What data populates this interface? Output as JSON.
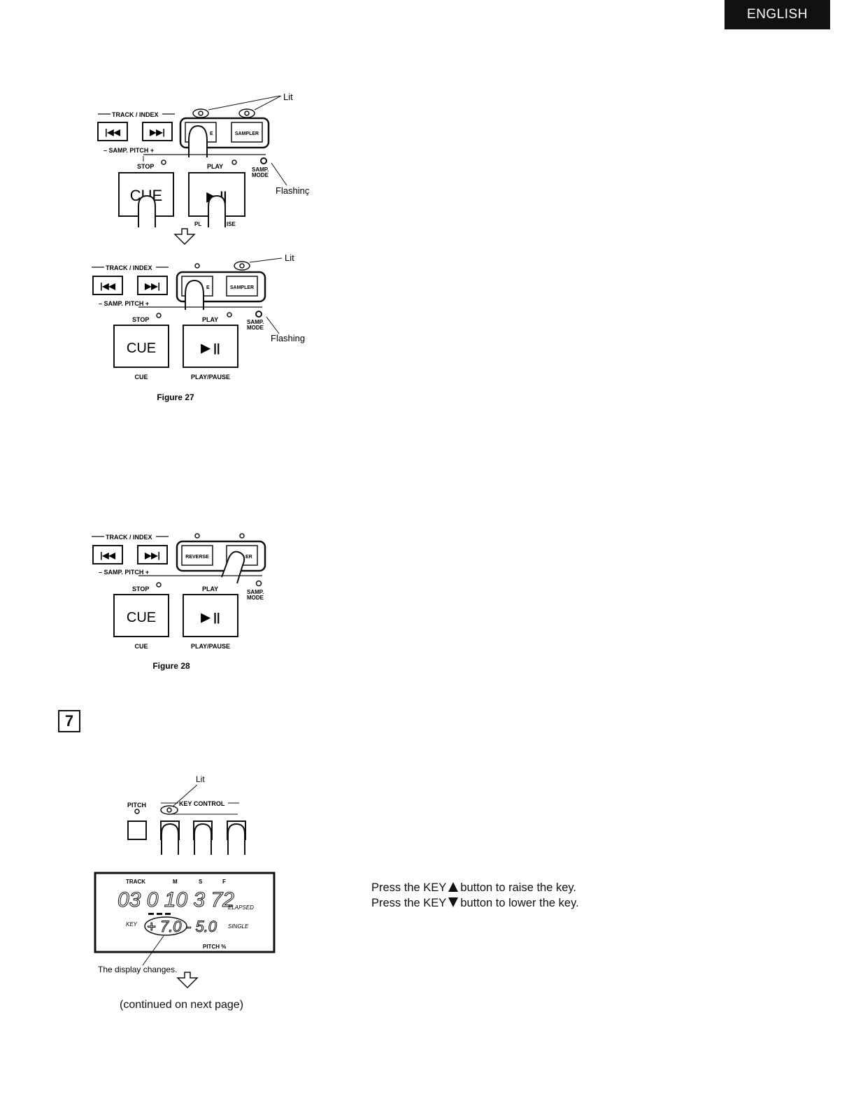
{
  "header": {
    "language": "ENGLISH"
  },
  "panel": {
    "track_index": "TRACK / INDEX",
    "samp_pitch": "–  SAMP. PITCH  +",
    "stop": "STOP",
    "play": "PLAY",
    "samp_mode_1": "SAMP.",
    "samp_mode_2": "MODE",
    "reverse": "REVERSE",
    "sampler": "SAMPLER",
    "cue_big": "CUE",
    "cue_small": "CUE",
    "play_pause_small": "PLAY/PAUSE",
    "cue_small_obscured": "PL",
    "play_pause_small_obscured": "ISE",
    "reverse_obscured": "E",
    "sampler_obscured": "ER"
  },
  "figure27": {
    "caption": "Figure 27",
    "lit_1": "Lit",
    "flashing_1": "Flashinç",
    "lit_2": "Lit",
    "flashing_2": "Flashing"
  },
  "figure28": {
    "caption": "Figure 28"
  },
  "step": {
    "number": "7"
  },
  "key_figure": {
    "lit": "Lit",
    "pitch": "PITCH",
    "key_control": "KEY CONTROL",
    "display": {
      "track_label": "TRACK",
      "m_label": "M",
      "s_label": "S",
      "f_label": "F",
      "digits": "03 0 10 3 72",
      "elapsed": "ELAPSED",
      "key_label": "KEY",
      "key_value": "+ 7.0",
      "pitch_value": "- 5.0",
      "single": "SINGLE",
      "pitch_percent": "PITCH %"
    },
    "display_changes": "The display changes."
  },
  "instructions": {
    "line1_a": "Press the KEY",
    "line1_b": "button to raise the key.",
    "line2_a": "Press the KEY",
    "line2_b": "button to lower the key."
  },
  "continued": "(continued on next page)"
}
